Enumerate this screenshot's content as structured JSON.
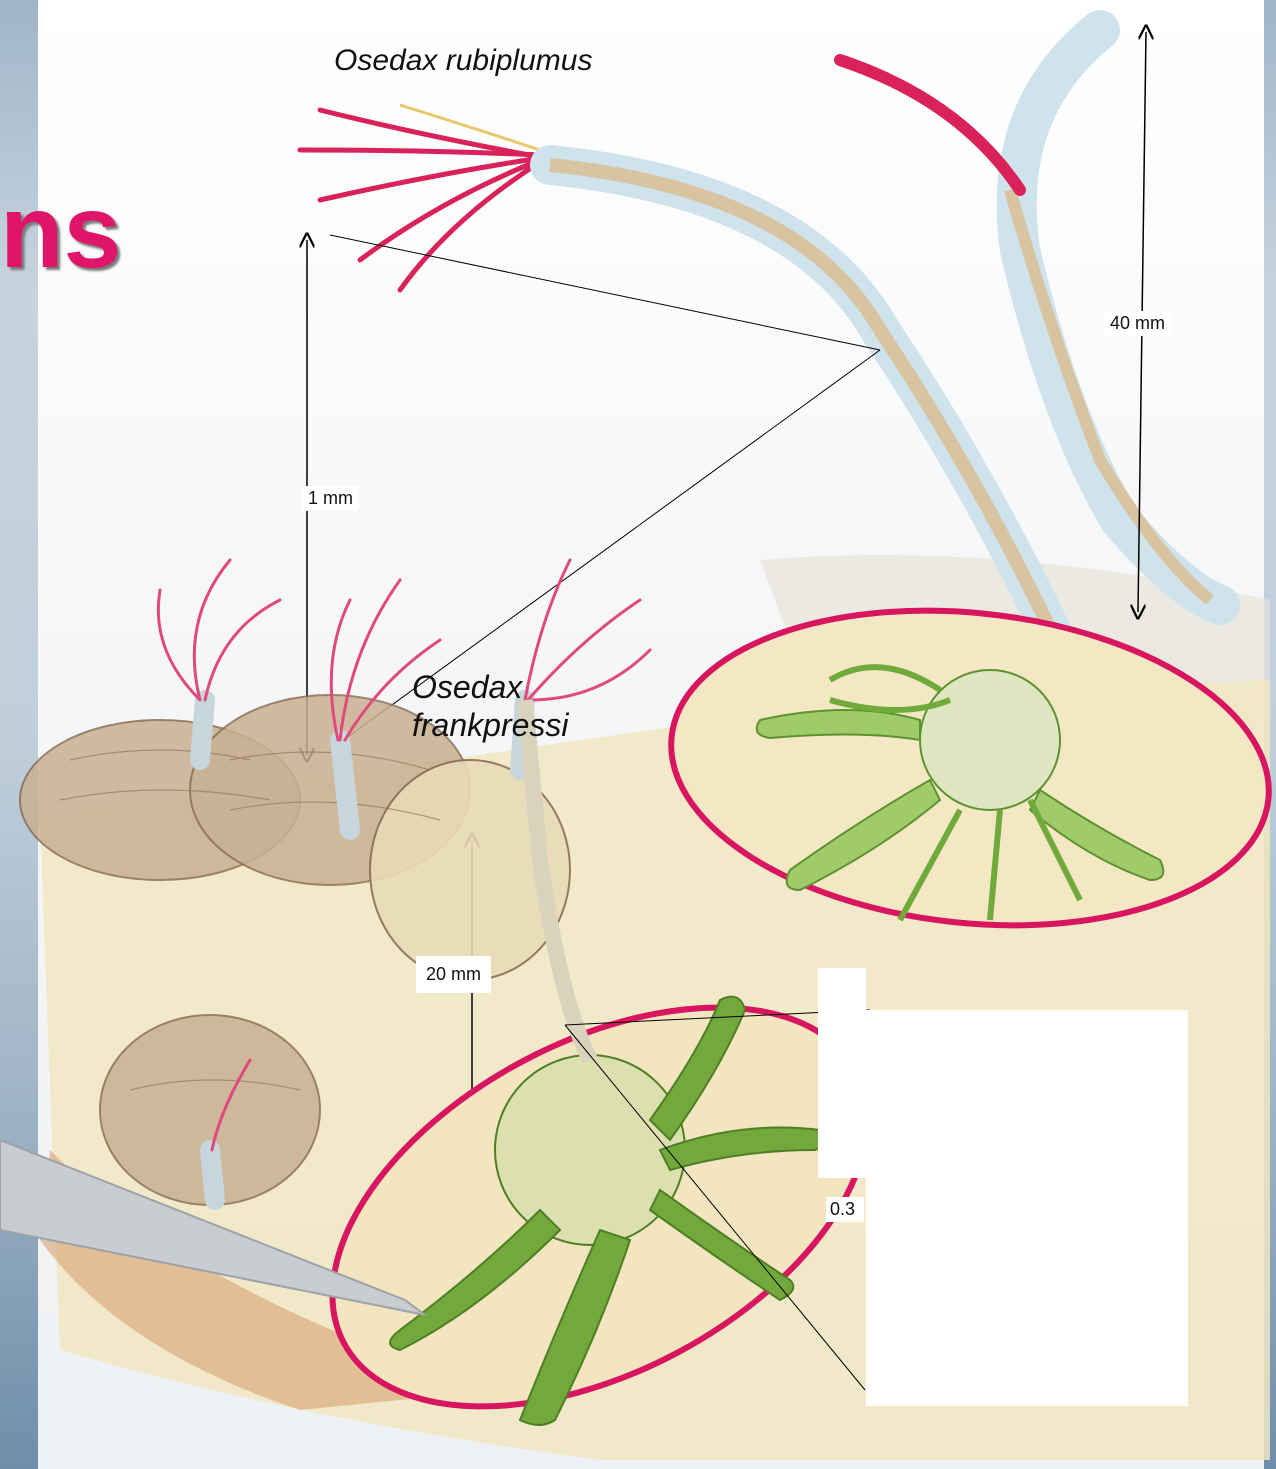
{
  "heading": {
    "text": "ns"
  },
  "species": {
    "top": "Osedax rubiplumus",
    "bottom_line1": "Osedax",
    "bottom_line2": "frankpressi"
  },
  "scale_labels": {
    "one_mm": "1 mm",
    "forty_mm": "40 mm",
    "twenty_mm": "20 mm",
    "partial": "0.3"
  },
  "colors": {
    "accent_magenta": "#e0156a",
    "worm_green": "#6faa3a",
    "tube_blue": "#bcd9e6",
    "sediment": "#ead9a0"
  }
}
